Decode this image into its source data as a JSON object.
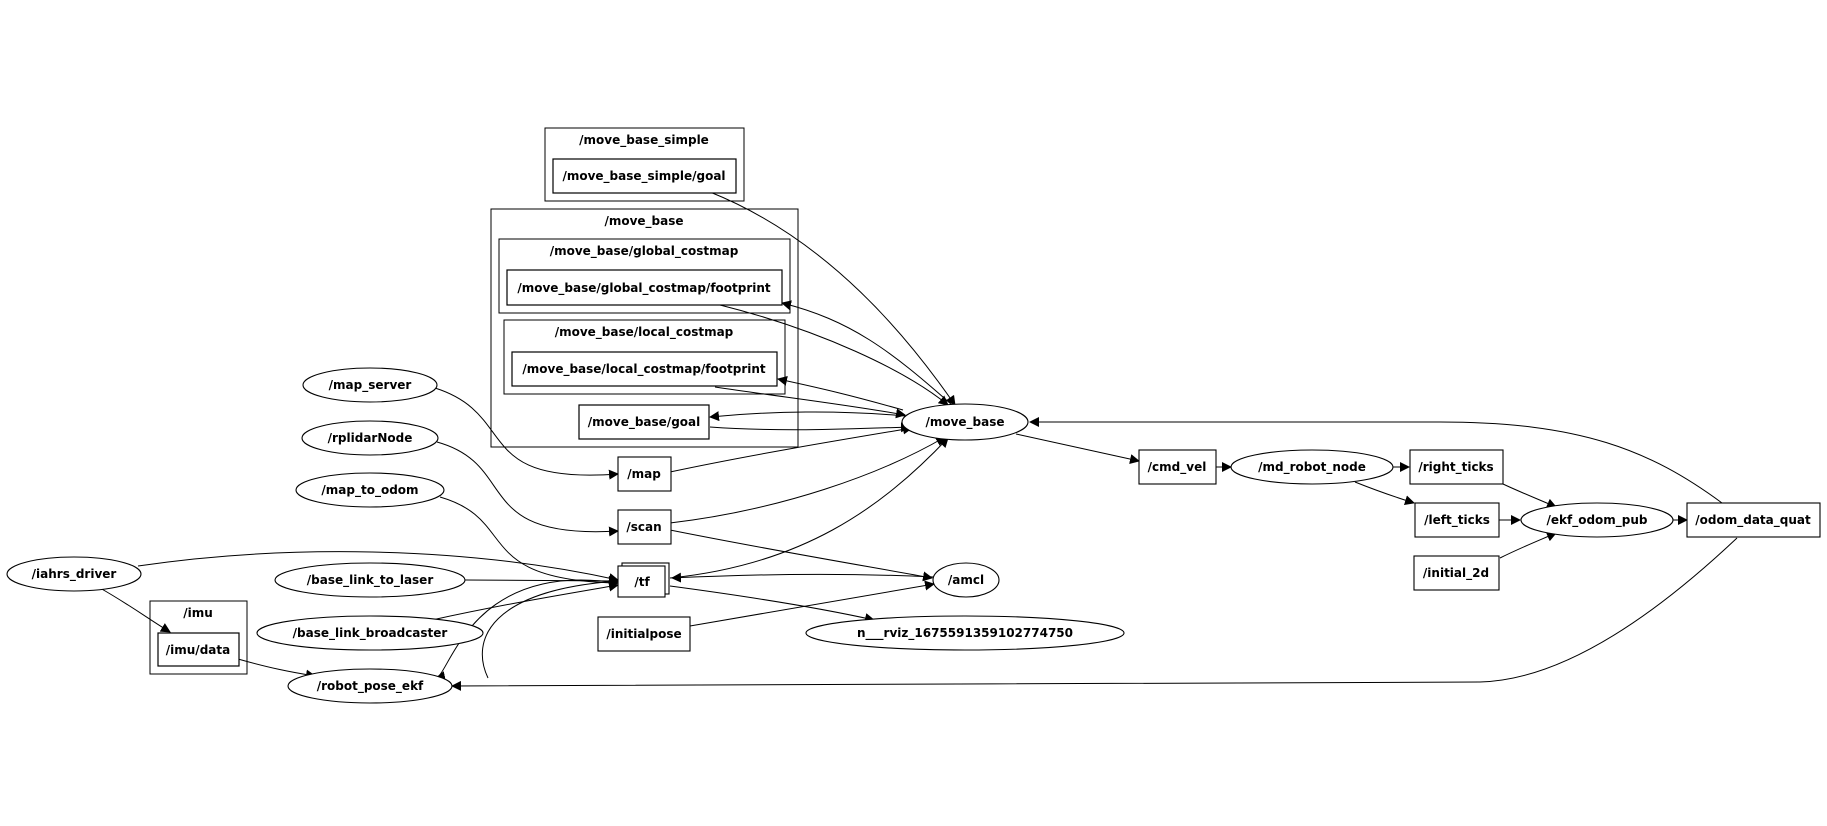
{
  "graph": {
    "clusters": {
      "move_base_simple": "/move_base_simple",
      "move_base": "/move_base",
      "global_costmap": "/move_base/global_costmap",
      "local_costmap": "/move_base/local_costmap",
      "imu": "/imu"
    },
    "nodes": {
      "map_server": "/map_server",
      "rplidarNode": "/rplidarNode",
      "map_to_odom": "/map_to_odom",
      "iahrs_driver": "/iahrs_driver",
      "base_link_to_laser": "/base_link_to_laser",
      "base_link_broadcaster": "/base_link_broadcaster",
      "robot_pose_ekf": "/robot_pose_ekf",
      "move_base": "/move_base",
      "amcl": "/amcl",
      "rviz": "n___rviz_1675591359102774750",
      "md_robot_node": "/md_robot_node",
      "ekf_odom_pub": "/ekf_odom_pub"
    },
    "topics": {
      "move_base_simple_goal": "/move_base_simple/goal",
      "global_footprint": "/move_base/global_costmap/footprint",
      "local_footprint": "/move_base/local_costmap/footprint",
      "move_base_goal": "/move_base/goal",
      "map": "/map",
      "scan": "/scan",
      "tf": "/tf",
      "imu_data": "/imu/data",
      "initialpose": "/initialpose",
      "cmd_vel": "/cmd_vel",
      "right_ticks": "/right_ticks",
      "left_ticks": "/left_ticks",
      "initial_2d": "/initial_2d",
      "odom_data_quat": "/odom_data_quat"
    }
  }
}
